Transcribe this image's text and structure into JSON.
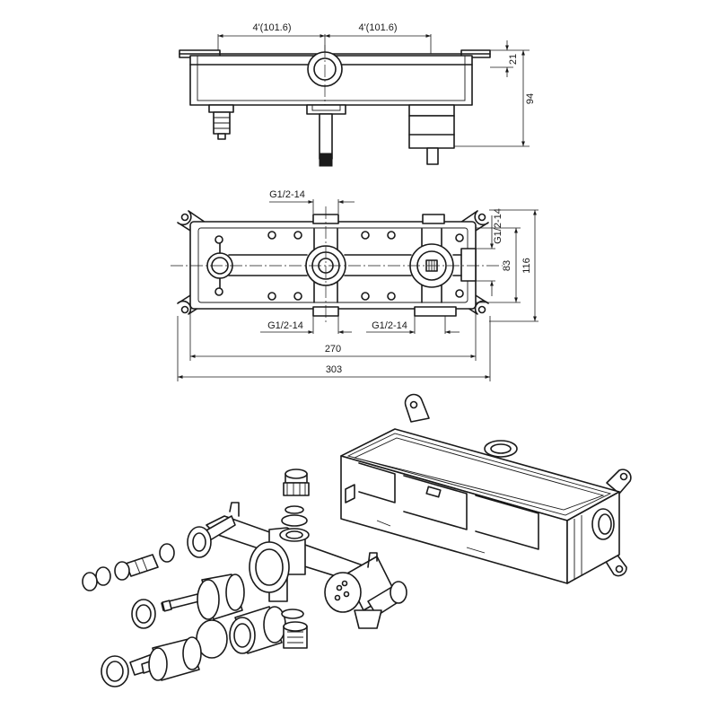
{
  "top_view": {
    "dim_left": "4'(101.6)",
    "dim_right": "4'(101.6)",
    "dim_flange": "21",
    "dim_height": "94"
  },
  "front_view": {
    "thread_top": "G1/2-14",
    "thread_right": "G1/2-14",
    "thread_bottom_left": "G1/2-14",
    "thread_bottom_right": "G1/2-14",
    "dim_inner_height": "83",
    "dim_outer_height": "116",
    "dim_inner_width": "270",
    "dim_outer_width": "303"
  },
  "colors": {
    "line": "#1a1a1a",
    "background": "#ffffff"
  }
}
